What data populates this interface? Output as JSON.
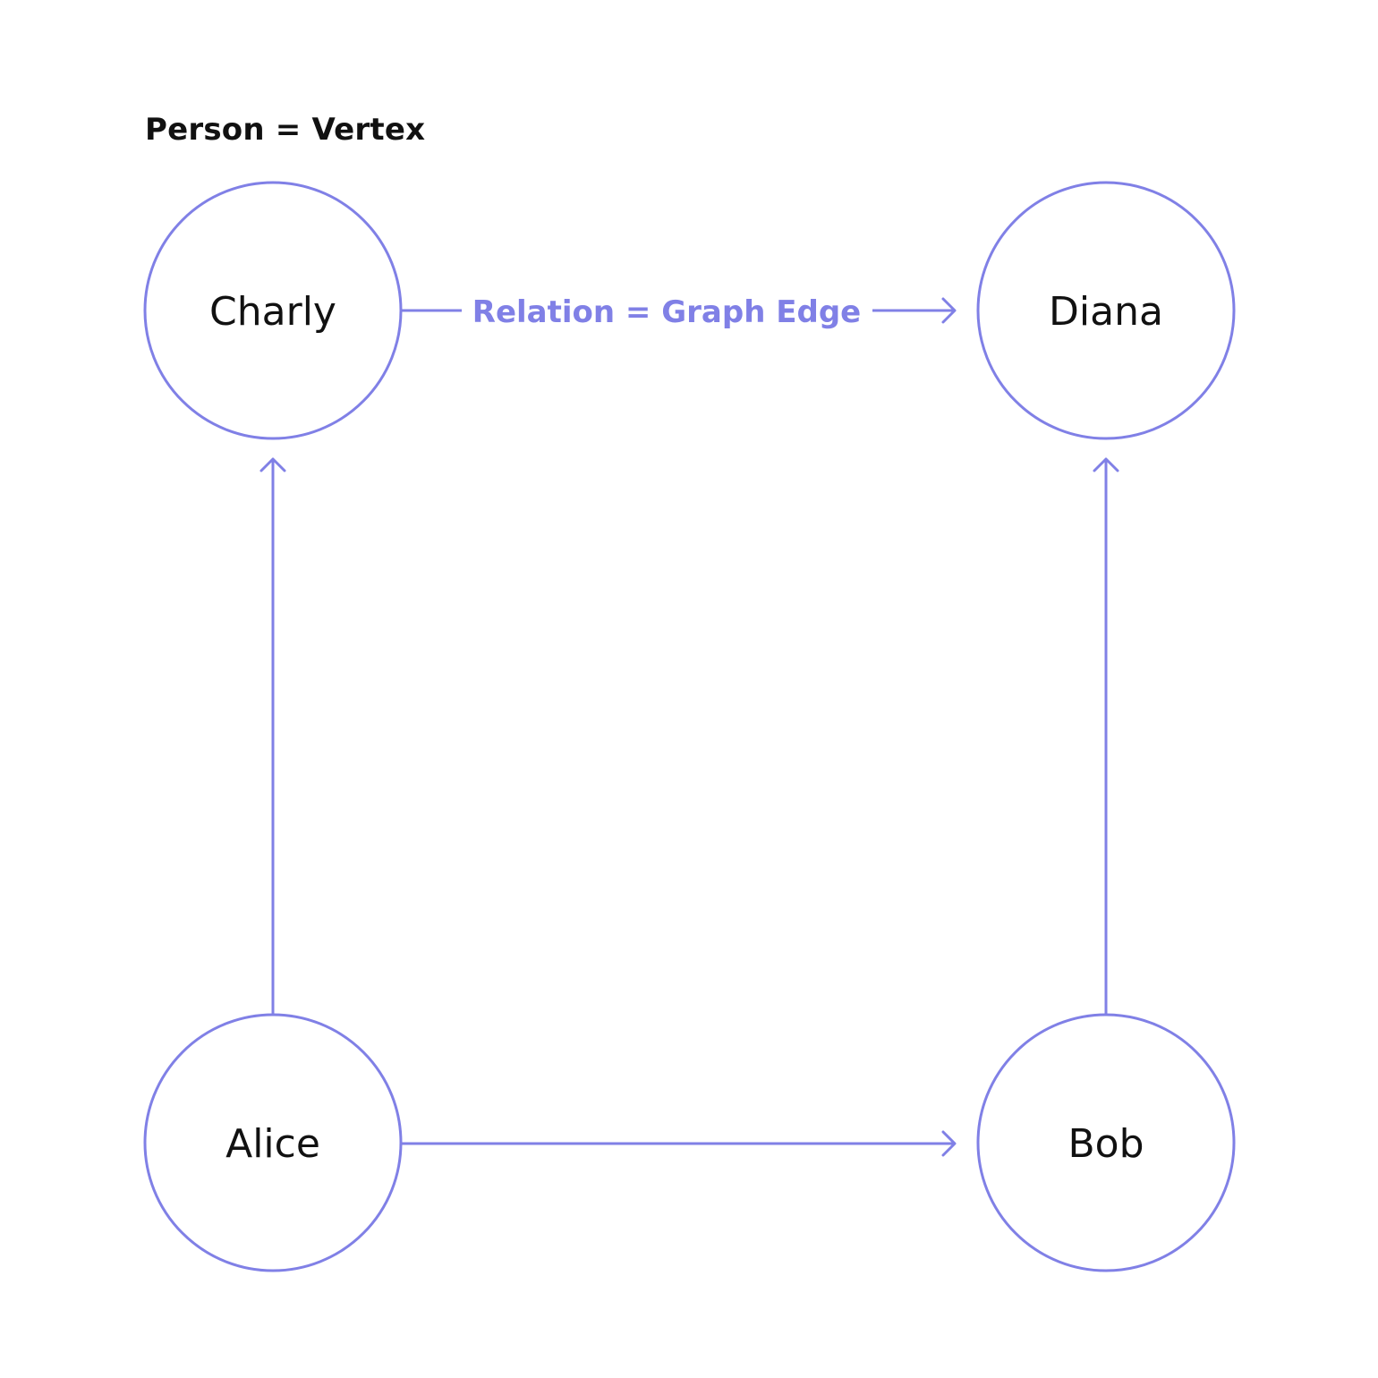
{
  "colors": {
    "accent": "#8080e6",
    "text": "#111111",
    "background": "#ffffff"
  },
  "legend": {
    "title": "Person = Vertex"
  },
  "nodes": [
    {
      "id": "charly",
      "label": "Charly"
    },
    {
      "id": "diana",
      "label": "Diana"
    },
    {
      "id": "alice",
      "label": "Alice"
    },
    {
      "id": "bob",
      "label": "Bob"
    }
  ],
  "edges": [
    {
      "from": "charly",
      "to": "diana",
      "label": "Relation = Graph Edge"
    },
    {
      "from": "alice",
      "to": "charly",
      "label": ""
    },
    {
      "from": "alice",
      "to": "bob",
      "label": ""
    },
    {
      "from": "bob",
      "to": "diana",
      "label": ""
    }
  ]
}
